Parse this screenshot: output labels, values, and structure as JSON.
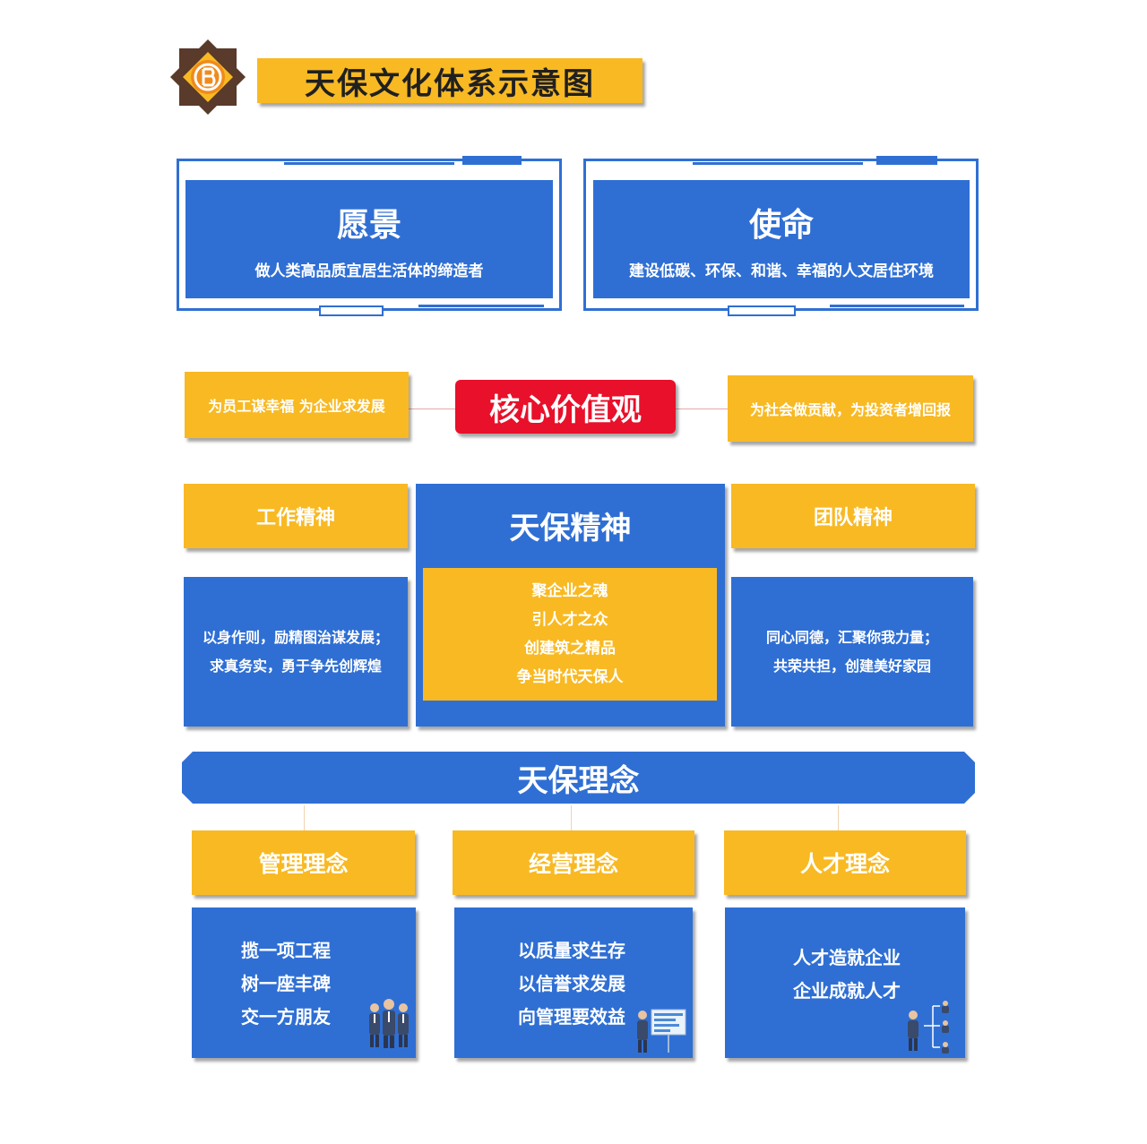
{
  "title": "天保文化体系示意图",
  "vision": {
    "title": "愿景",
    "text": "做人类高品质宜居生活体的缔造者"
  },
  "mission": {
    "title": "使命",
    "text": "建设低碳、环保、和谐、幸福的人文居住环境"
  },
  "core_values": {
    "title": "核心价值观",
    "left": "为员工谋幸福 为企业求发展",
    "right": "为社会做贡献，为投资者增回报"
  },
  "spirit": {
    "title": "天保精神",
    "lines": [
      "聚企业之魂",
      "引人才之众",
      "创建筑之精品",
      "争当时代天保人"
    ],
    "work": {
      "title": "工作精神",
      "lines": [
        "以身作则，励精图治谋发展；",
        "求真务实，勇于争先创辉煌"
      ]
    },
    "team": {
      "title": "团队精神",
      "lines": [
        "同心同德，汇聚你我力量；",
        "共荣共担，创建美好家园"
      ]
    }
  },
  "concept": {
    "title": "天保理念",
    "items": [
      {
        "title": "管理理念",
        "lines": [
          "揽一项工程",
          "树一座丰碑",
          "交一方朋友"
        ]
      },
      {
        "title": "经营理念",
        "lines": [
          "以质量求生存",
          "以信誉求发展",
          "向管理要效益"
        ]
      },
      {
        "title": "人才理念",
        "lines": [
          "人才造就企业",
          "企业成就人才"
        ]
      }
    ]
  },
  "colors": {
    "blue": "#2f6fd4",
    "yellow": "#f8b923",
    "red": "#e8102a",
    "dark": "#5a3a2a"
  }
}
